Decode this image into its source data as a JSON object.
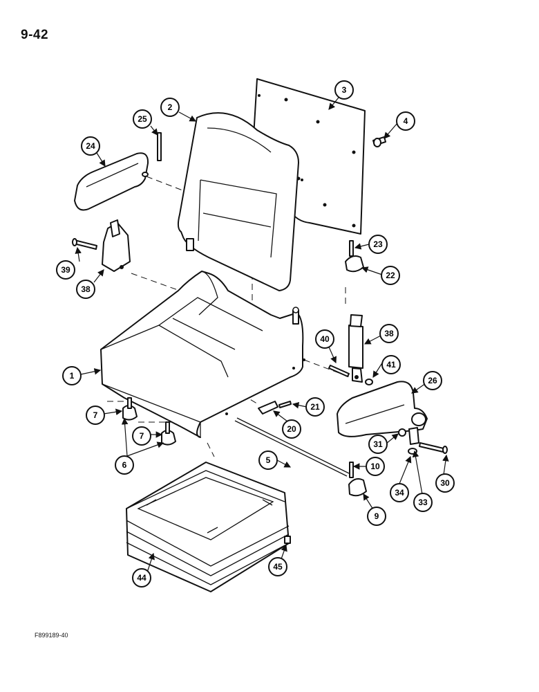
{
  "page": {
    "number": "9-42",
    "figure_ref": "F899189-40"
  },
  "icons": {
    "arrowhead": "arrow-icon",
    "knob": "knob-icon"
  },
  "callouts": {
    "c1": "1",
    "c2": "2",
    "c3": "3",
    "c4": "4",
    "c5": "5",
    "c6": "6",
    "c7a": "7",
    "c7b": "7",
    "c9": "9",
    "c10": "10",
    "c20": "20",
    "c21": "21",
    "c22": "22",
    "c23": "23",
    "c24": "24",
    "c25": "25",
    "c26": "26",
    "c30": "30",
    "c31": "31",
    "c33": "33",
    "c34": "34",
    "c38a": "38",
    "c38b": "38",
    "c39": "39",
    "c40": "40",
    "c41": "41",
    "c44": "44",
    "c45": "45"
  }
}
